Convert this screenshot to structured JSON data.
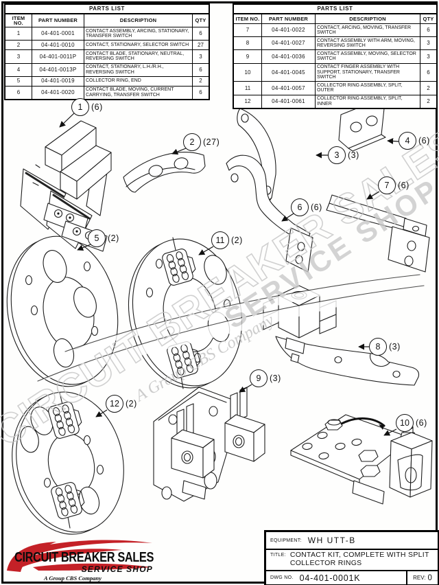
{
  "watermark": {
    "line1": "CIRCUIT BREAKER SALES",
    "line2": "SERVICE SHOP",
    "script": "A Group CBS Company"
  },
  "parts_tables": [
    {
      "title": "PARTS LIST",
      "headers": [
        "ITEM NO.",
        "PART NUMBER",
        "DESCRIPTION",
        "QTY"
      ],
      "rows": [
        [
          "1",
          "04-401-0001",
          "CONTACT ASSEMBLY, ARCING, STATIONARY, TRANSFER SWITCH",
          "6"
        ],
        [
          "2",
          "04-401-0010",
          "CONTACT, STATIONARY, SELECTOR SWITCH",
          "27"
        ],
        [
          "3",
          "04-401-0011P",
          "CONTACT BLADE, STATIONARY, NEUTRAL, REVERSING SWITCH",
          "3"
        ],
        [
          "4",
          "04-401-0013P",
          "CONTACT, STATIONARY, L.H./R.H., REVERSING SWITCH",
          "6"
        ],
        [
          "5",
          "04-401-0019",
          "COLLECTOR RING, END",
          "2"
        ],
        [
          "6",
          "04-401-0020",
          "CONTACT BLADE, MOVING, CURRENT CARRYING, TRANSFER SWITCH",
          "6"
        ]
      ]
    },
    {
      "title": "PARTS LIST",
      "headers": [
        "ITEM NO.",
        "PART NUMBER",
        "DESCRIPTION",
        "QTY"
      ],
      "rows": [
        [
          "7",
          "04-401-0022",
          "CONTACT, ARCING, MOVING, TRANSFER SWITCH",
          "6"
        ],
        [
          "8",
          "04-401-0027",
          "CONTACT ASSEMBLY WITH ARM, MOVING, REVERSING SWITCH",
          "3"
        ],
        [
          "9",
          "04-401-0036",
          "CONTACT ASSEMBLY, MOVING, SELECTOR SWITCH",
          "3"
        ],
        [
          "10",
          "04-401-0045",
          "CONTACT FINGER ASSEMBLY WITH SUPPORT, STATIONARY, TRANSFER SWITCH",
          "6"
        ],
        [
          "11",
          "04-401-0057",
          "COLLECTOR RING ASSEMBLY, SPLIT, OUTER",
          "2"
        ],
        [
          "12",
          "04-401-0061",
          "COLLECTOR RING ASSEMBLY, SPLIT, INNER",
          "2"
        ]
      ]
    }
  ],
  "callouts": [
    {
      "item": "1",
      "qty": "(6)"
    },
    {
      "item": "2",
      "qty": "(27)"
    },
    {
      "item": "3",
      "qty": "(3)"
    },
    {
      "item": "4",
      "qty": "(6)"
    },
    {
      "item": "5",
      "qty": "(2)"
    },
    {
      "item": "6",
      "qty": "(6)"
    },
    {
      "item": "7",
      "qty": "(6)"
    },
    {
      "item": "8",
      "qty": "(3)"
    },
    {
      "item": "9",
      "qty": "(3)"
    },
    {
      "item": "10",
      "qty": "(6)"
    },
    {
      "item": "11",
      "qty": "(2)"
    },
    {
      "item": "12",
      "qty": "(2)"
    }
  ],
  "title_block": {
    "equipment_label": "EQUIPMENT:",
    "equipment_value": "WH UTT-B",
    "title_label": "TITLE:",
    "title_line1": "CONTACT KIT, COMPLETE WITH SPLIT",
    "title_line2": "COLLECTOR RINGS",
    "dwg_label": "DWG NO.",
    "dwg_value": "04-401-0001K",
    "rev_label": "REV:",
    "rev_value": "0"
  },
  "logo": {
    "name": "CIRCUIT BREAKER SALES",
    "tagline": "SERVICE SHOP",
    "subtitle": "A Group CBS Company",
    "red": "#c42127"
  }
}
